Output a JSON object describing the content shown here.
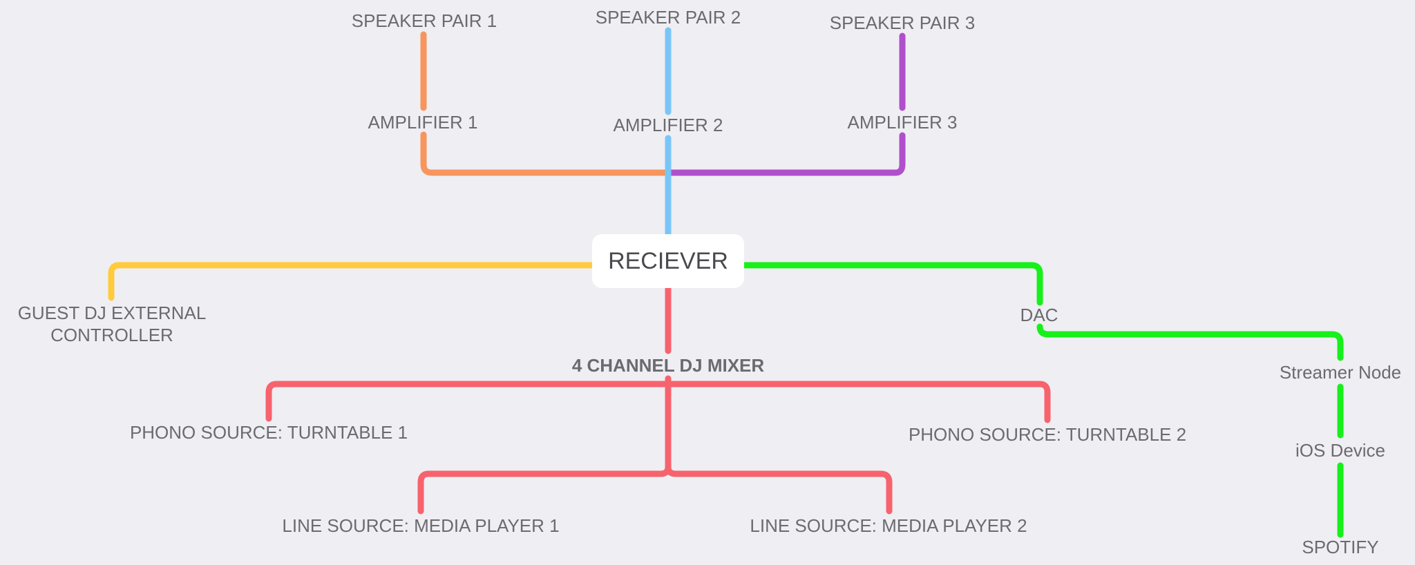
{
  "root": {
    "label": "RECIEVER"
  },
  "colors": {
    "background": "#efeef3",
    "amplifier_1_branch": "#f7955e",
    "amplifier_2_branch": "#79c5f7",
    "amplifier_3_branch": "#b04fcb",
    "guest_dj_branch": "#ffcb3d",
    "mixer_branch": "#f7636d",
    "dac_branch": "#17f01a"
  },
  "nodes": {
    "speaker_pair_1": "SPEAKER PAIR 1",
    "speaker_pair_2": "SPEAKER PAIR 2",
    "speaker_pair_3": "SPEAKER PAIR 3",
    "amplifier_1": "AMPLIFIER 1",
    "amplifier_2": "AMPLIFIER 2",
    "amplifier_3": "AMPLIFIER 3",
    "guest_dj": "GUEST DJ EXTERNAL\nCONTROLLER",
    "mixer": "4 CHANNEL DJ MIXER",
    "turntable_1": "PHONO SOURCE: TURNTABLE 1",
    "turntable_2": "PHONO SOURCE: TURNTABLE 2",
    "media_player_1": "LINE SOURCE: MEDIA PLAYER 1",
    "media_player_2": "LINE SOURCE: MEDIA PLAYER 2",
    "dac": "DAC",
    "streamer_node": "Streamer Node",
    "ios_device": "iOS Device",
    "spotify": "SPOTIFY"
  }
}
